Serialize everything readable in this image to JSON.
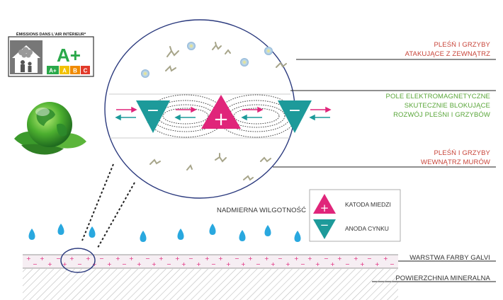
{
  "badge": {
    "title": "ÉMISSIONS DANS L'AIR INTÉRIEUR*",
    "rating": "A+",
    "scale": [
      "A+",
      "A",
      "B",
      "C"
    ],
    "scale_colors": [
      "#2aa84a",
      "#f2c100",
      "#f08a00",
      "#e23a2a"
    ]
  },
  "labels": {
    "mold_outside_1": "PLEŚŃ I GRZYBY",
    "mold_outside_2": "ATAKUJĄCE Z ZEWNĄTRZ",
    "field_1": "POLE ELEKTROMAGNETYCZNE",
    "field_2": "SKUTECZNIE BLOKUJĄCE",
    "field_3": "ROZWÓJ  PLEŚNI I GRZYBÓW",
    "mold_inside_1": "PLEŚŃ I GRZYBY",
    "mold_inside_2": "WEWNĄTRZ MURÓW",
    "moisture": "NADMIERNA WILGOTNOŚĆ",
    "paint_layer": "WARSTWA FARBY GALVI",
    "mineral_surface": "POWIERZCHNIA MINERALNA"
  },
  "legend": {
    "cathode": "KATODA MIEDZI",
    "anode": "ANODA CYNKU"
  },
  "symbols": {
    "plus": "+",
    "minus": "−"
  },
  "colors": {
    "cathode": "#e0257a",
    "anode": "#1d9a9a",
    "drop": "#29a8df",
    "mold_text": "#c8453a",
    "field_text": "#5aa63a",
    "ellipse": "#2b3a7e"
  }
}
